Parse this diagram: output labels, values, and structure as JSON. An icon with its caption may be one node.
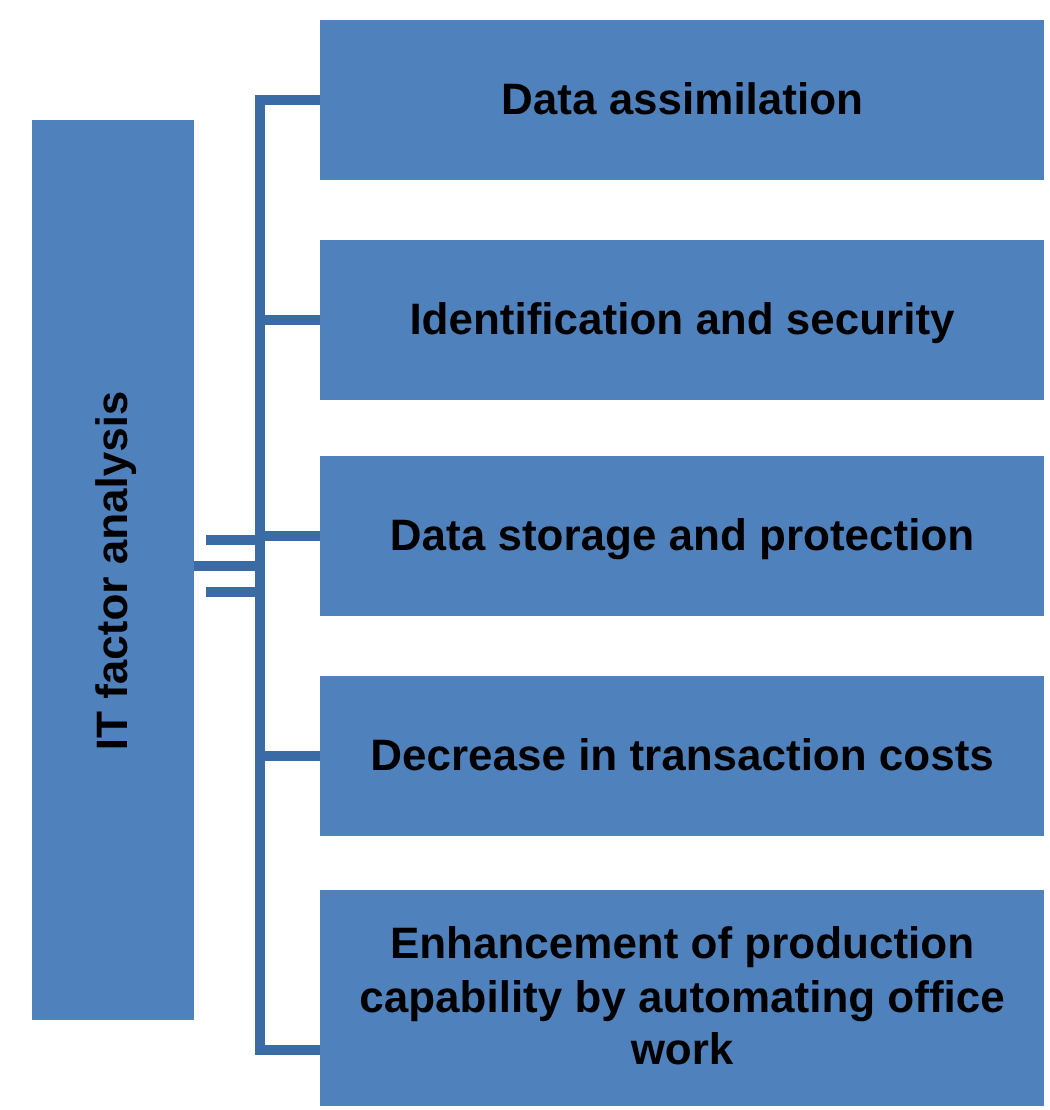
{
  "diagram": {
    "nodes": [
      {
        "text": [
          "IT factor analysis"
        ]
      },
      {
        "text": [
          "Data assimilation"
        ]
      },
      {
        "text": [
          "Identification and security"
        ]
      },
      {
        "text": [
          "Data storage and protection"
        ]
      },
      {
        "text": [
          "Decrease in transaction costs"
        ]
      },
      {
        "text": [
          "Enhancement of production capability by automating office work"
        ]
      }
    ],
    "edges": [
      {
        "from": 0,
        "to": 1,
        "arrow": "none"
      },
      {
        "from": 0,
        "to": 2,
        "arrow": "none"
      },
      {
        "from": 0,
        "to": 3,
        "arrow": "none"
      },
      {
        "from": 0,
        "to": 4,
        "arrow": "none"
      },
      {
        "from": 0,
        "to": 5,
        "arrow": "none"
      }
    ]
  }
}
